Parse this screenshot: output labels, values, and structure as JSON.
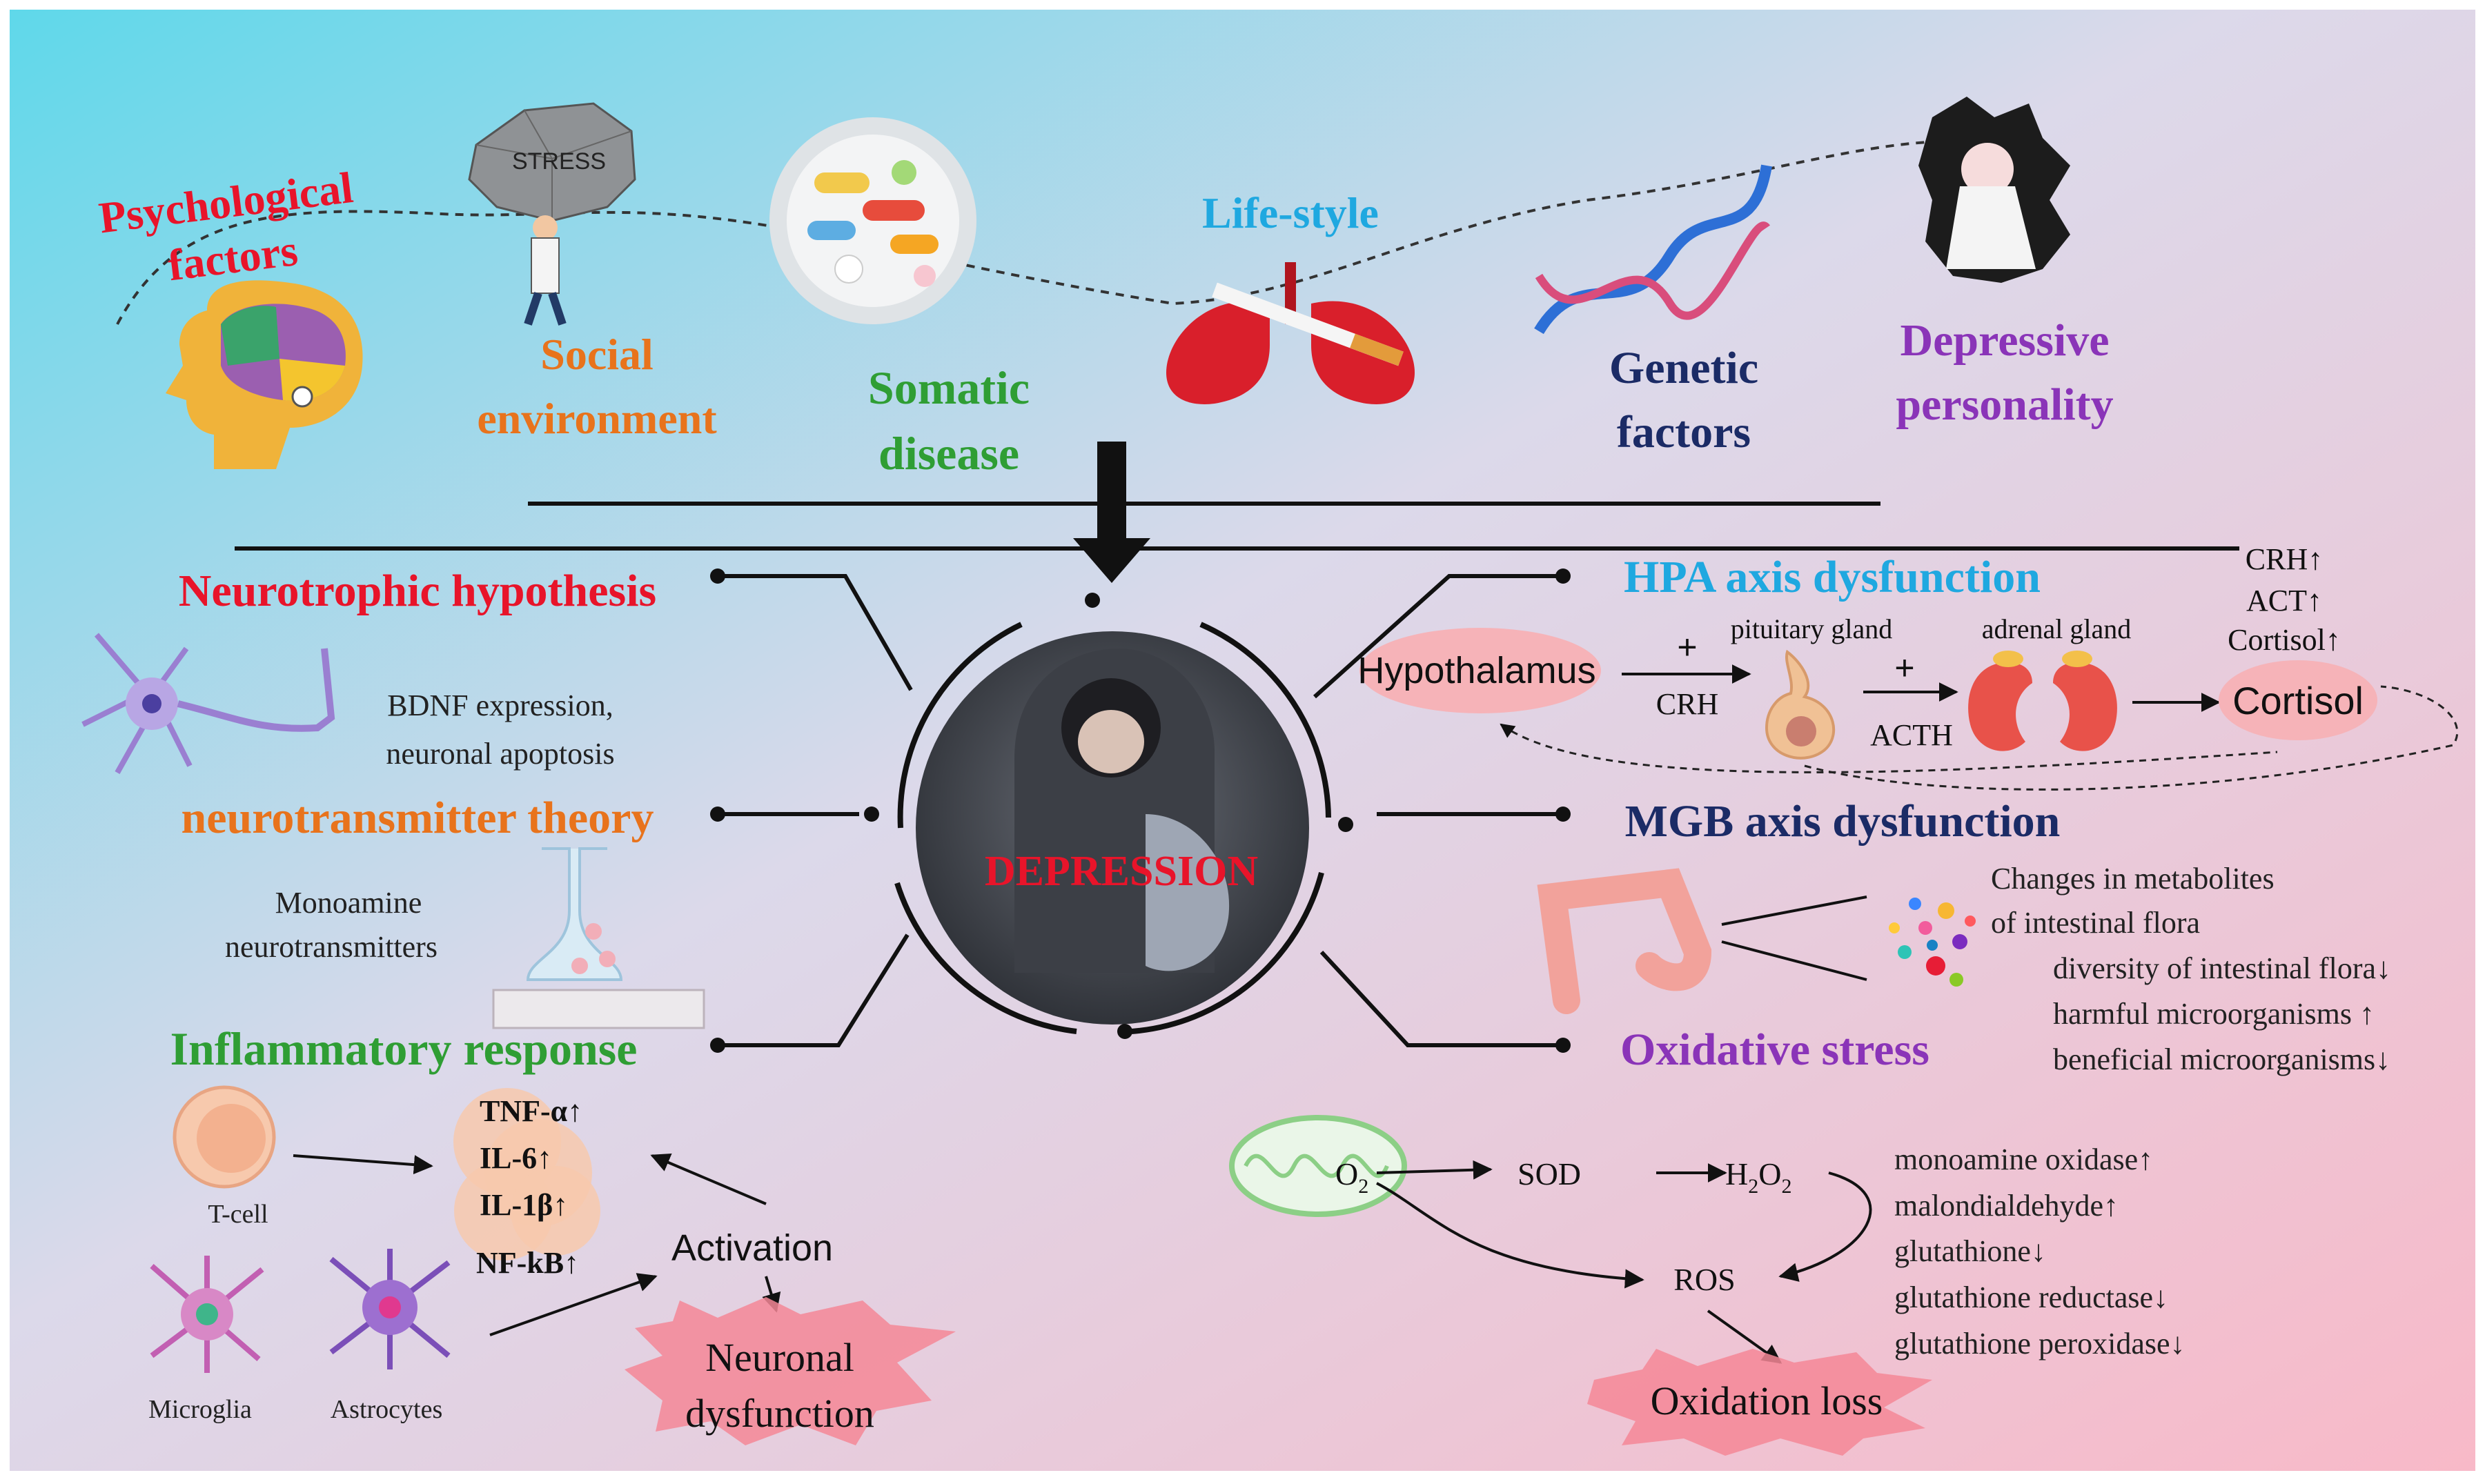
{
  "colors": {
    "red": "#e8142a",
    "orange": "#e8731c",
    "green": "#2f9e34",
    "blue": "#1fa8e0",
    "navy": "#1b2b66",
    "purple": "#8a34b8",
    "pink_fill": "#f6b3b8",
    "burst": "#f48796"
  },
  "icons": {
    "stress_rock": "STRESS",
    "depression": "DEPRESSION"
  },
  "top": {
    "psychological": [
      "Psychological",
      "factors"
    ],
    "social": [
      "Social",
      "environment"
    ],
    "somatic": [
      "Somatic",
      "disease"
    ],
    "lifestyle": "Life-style",
    "genetic": [
      "Genetic",
      "factors"
    ],
    "depressive": [
      "Depressive",
      "personality"
    ]
  },
  "left": {
    "neurotrophic": {
      "title": "Neurotrophic hypothesis",
      "desc": [
        "BDNF expression,",
        "neuronal apoptosis"
      ]
    },
    "neurotransmitter": {
      "title": "neurotransmitter theory",
      "desc": [
        "Monoamine",
        "neurotransmitters"
      ]
    },
    "inflammatory": {
      "title": "Inflammatory response",
      "cells": [
        "T-cell",
        "Microglia",
        "Astrocytes"
      ],
      "cytokines": [
        "TNF-α↑",
        "IL-6↑",
        "IL-1β↑",
        "NF-kB↑"
      ],
      "activation": "Activation",
      "outcome": [
        "Neuronal",
        "dysfunction"
      ]
    }
  },
  "right": {
    "hpa": {
      "title": "HPA axis dysfunction",
      "hypothalamus": "Hypothalamus",
      "plus": "+",
      "crh": "CRH",
      "pituitary": "pituitary gland",
      "acth": "ACTH",
      "adrenal": "adrenal gland",
      "cortisol": "Cortisol",
      "levels": [
        "CRH↑",
        "ACT↑",
        "Cortisol↑"
      ]
    },
    "mgb": {
      "title": "MGB axis dysfunction",
      "items": [
        "Changes in metabolites",
        "of intestinal flora",
        "diversity of intestinal flora↓",
        "harmful microorganisms ↑",
        "beneficial microorganisms↓"
      ]
    },
    "oxidative": {
      "title": "Oxidative stress",
      "o2": "O",
      "o2_sub": "2",
      "sod": "SOD",
      "h2o2": [
        "H",
        "2",
        "O",
        "2"
      ],
      "ros": "ROS",
      "markers": [
        "monoamine oxidase↑",
        "malondialdehyde↑",
        "glutathione↓",
        "glutathione reductase↓",
        "glutathione peroxidase↓"
      ],
      "outcome": "Oxidation loss"
    }
  }
}
